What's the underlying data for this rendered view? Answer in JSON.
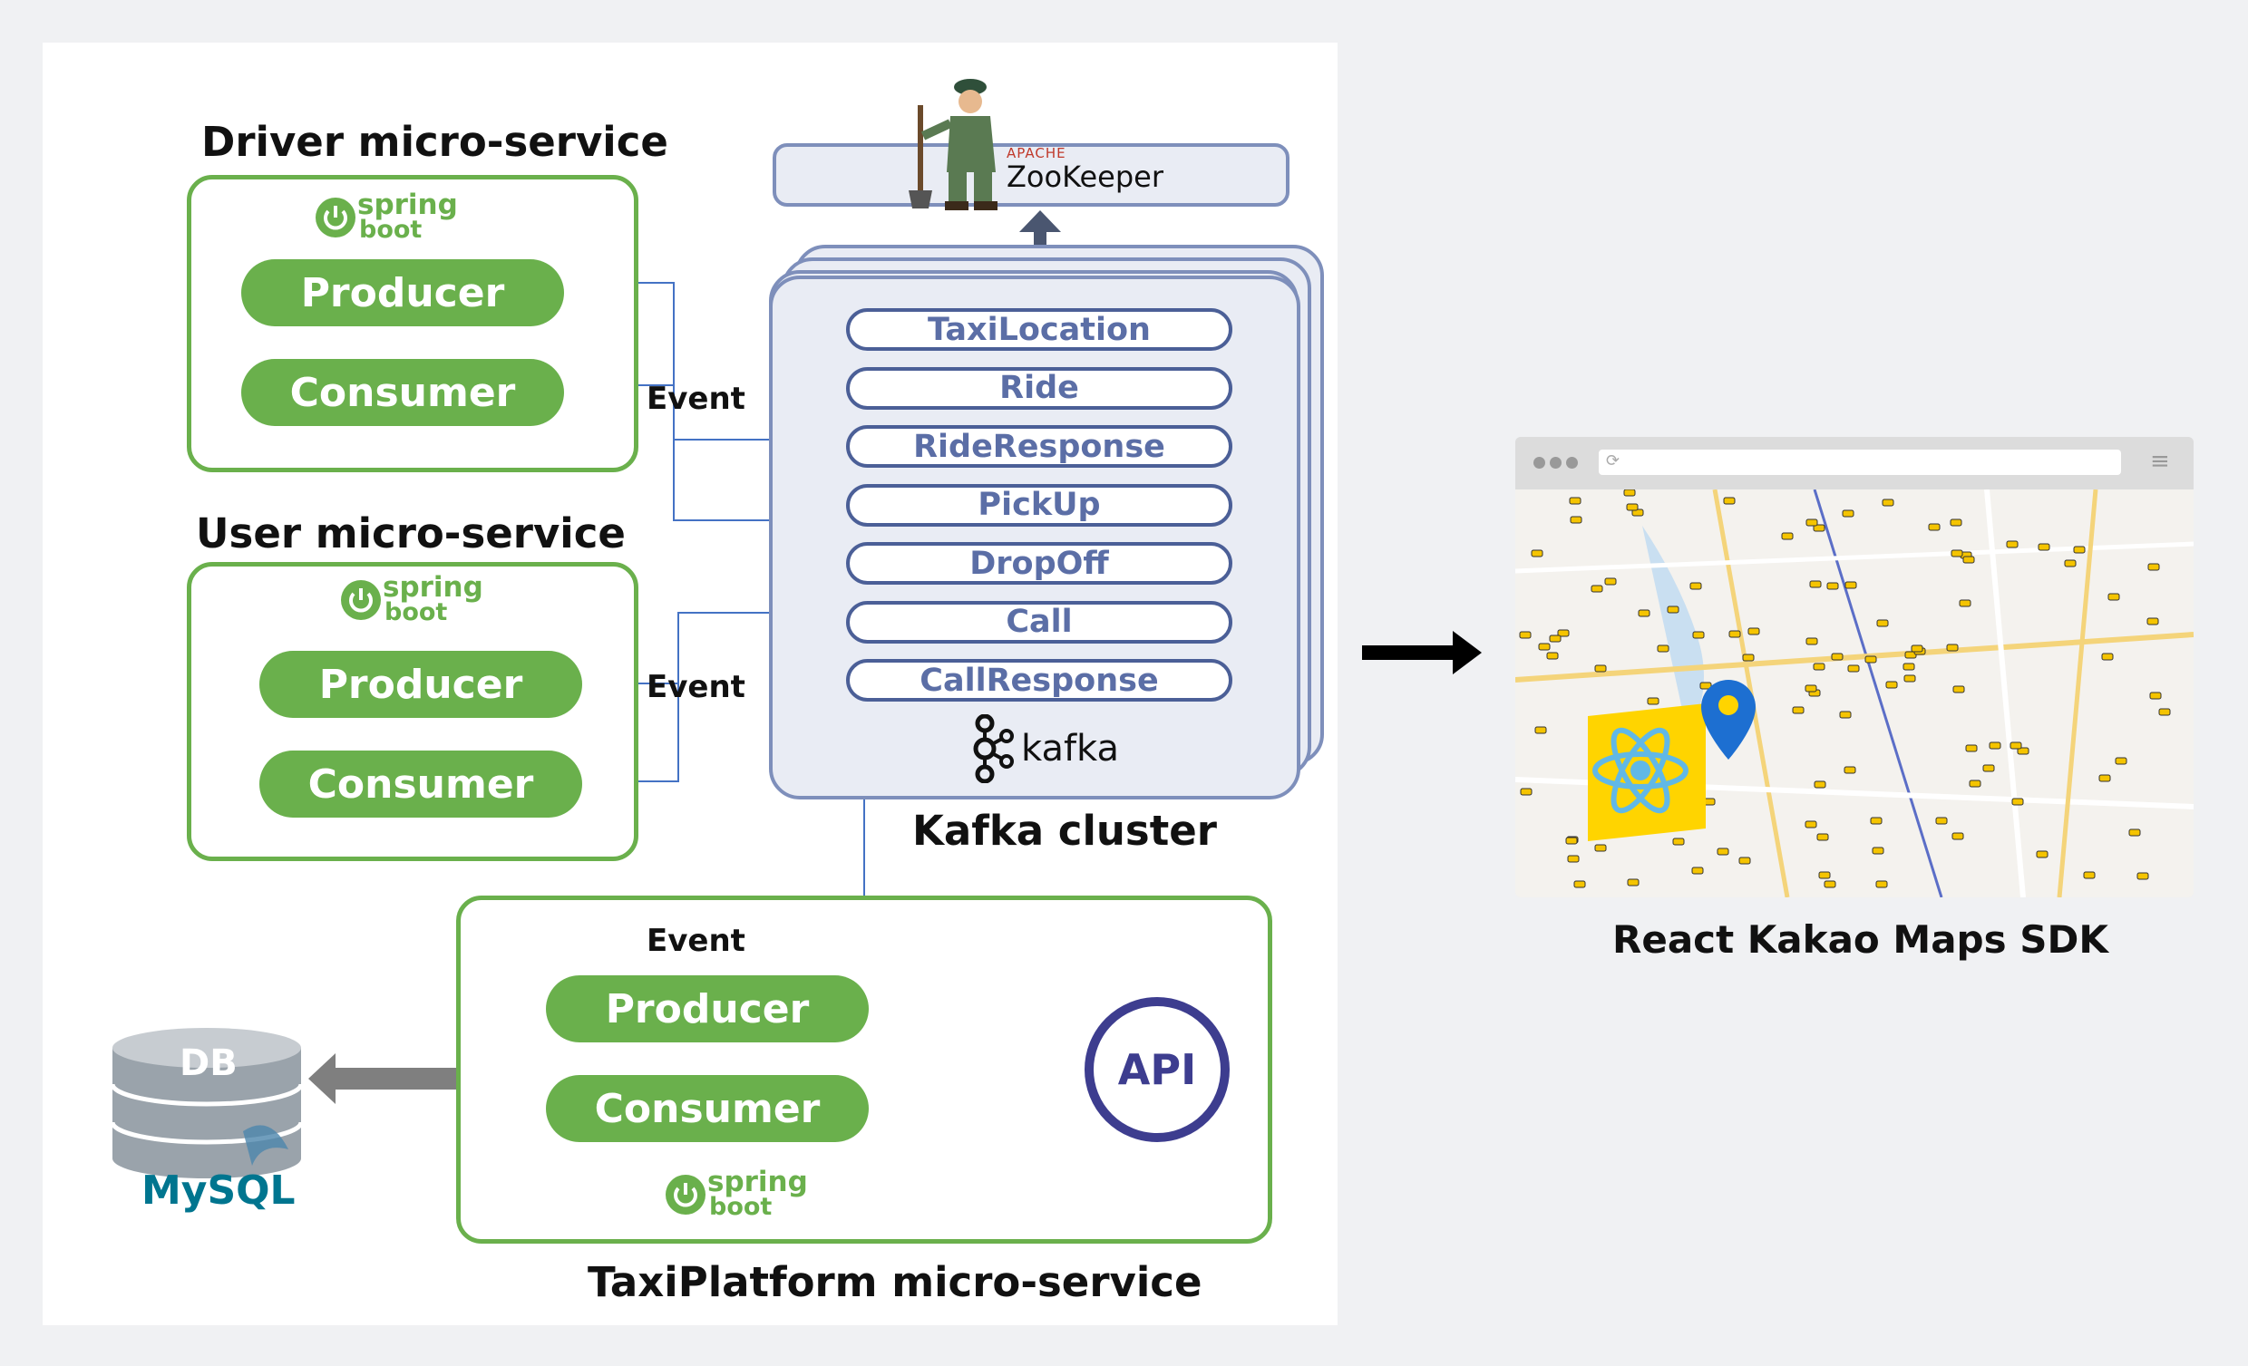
{
  "services": {
    "driver": {
      "title": "Driver micro-service",
      "producer": "Producer",
      "consumer": "Consumer"
    },
    "user": {
      "title": "User micro-service",
      "producer": "Producer",
      "consumer": "Consumer"
    },
    "taxiplatform": {
      "title": "TaxiPlatform micro-service",
      "producer": "Producer",
      "consumer": "Consumer"
    }
  },
  "spring_logo": {
    "line1": "spring",
    "line2": "boot"
  },
  "event_label": "Event",
  "zookeeper": {
    "apache": "APACHE",
    "name": "ZooKeeper"
  },
  "kafka": {
    "cluster_label": "Kafka cluster",
    "logo": "kafka",
    "topics": [
      "TaxiLocation",
      "Ride",
      "RideResponse",
      "PickUp",
      "DropOff",
      "Call",
      "CallResponse"
    ]
  },
  "database": {
    "db_label": "DB",
    "mysql": "MySQL"
  },
  "api_label": "API",
  "frontend": {
    "label": "React Kakao Maps SDK"
  },
  "colors": {
    "spring_green": "#6ab04c",
    "kafka_blue": "#4b5f97",
    "flow_line": "#4472c4",
    "api_ring": "#3d3d8f"
  }
}
